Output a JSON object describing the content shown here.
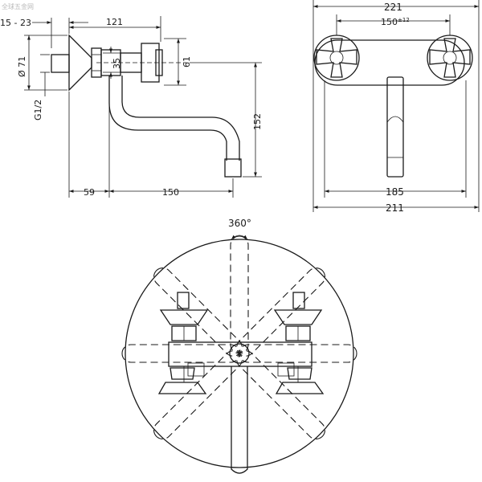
{
  "side_view": {
    "dim_wall_range": "15 - 23",
    "dim_depth": "121",
    "dim_diameter": "Ø 71",
    "dim_thread": "G1/2",
    "dim_handle_width": "35",
    "dim_handle_height": "61",
    "dim_spout_height": "152",
    "dim_wall_to_body": "59",
    "dim_spout_reach": "150"
  },
  "front_view": {
    "dim_overall_top": "221",
    "dim_centers": "150",
    "dim_centers_tolerance": "±12",
    "dim_inner_width": "185",
    "dim_overall_bottom": "211"
  },
  "top_view": {
    "rotation_label": "360°"
  },
  "watermark": "全球五金网"
}
